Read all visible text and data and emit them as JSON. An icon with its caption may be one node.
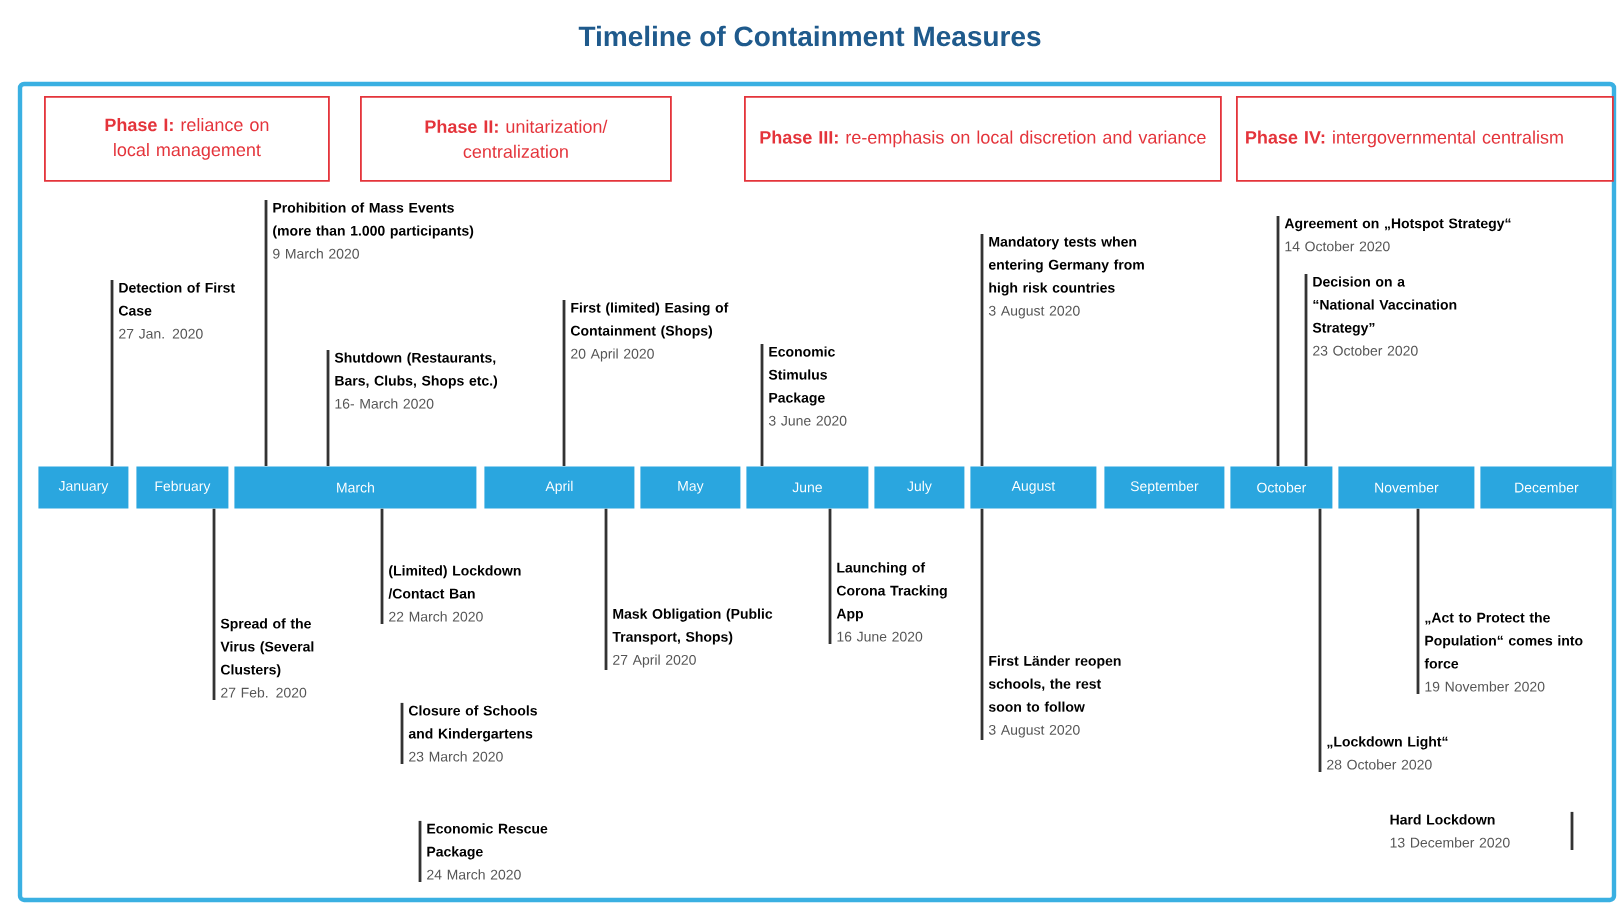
{
  "diagram": {
    "title": "Timeline of Containment Measures",
    "nodes": [
      {
        "text": [
          "**Phase I:** reliance on local management"
        ]
      },
      {
        "text": [
          "**Phase II:** unitarization/ centralization"
        ]
      },
      {
        "text": [
          "**Phase III:** re-emphasis on local discretion and variance"
        ]
      },
      {
        "text": [
          "**Phase IV:** intergovernmental centralism"
        ]
      },
      {
        "text": [
          "January"
        ]
      },
      {
        "text": [
          "February"
        ]
      },
      {
        "text": [
          "March"
        ]
      },
      {
        "text": [
          "April"
        ]
      },
      {
        "text": [
          "May"
        ]
      },
      {
        "text": [
          "June"
        ]
      },
      {
        "text": [
          "July"
        ]
      },
      {
        "text": [
          "August"
        ]
      },
      {
        "text": [
          "September"
        ]
      },
      {
        "text": [
          "October"
        ]
      },
      {
        "text": [
          "November"
        ]
      },
      {
        "text": [
          "December"
        ]
      },
      {
        "text": [
          "Detection of First Case",
          "27 Jan. 2020"
        ]
      },
      {
        "text": [
          "Prohibition of Mass Events (more than 1.000 participants)",
          "9 March 2020"
        ]
      },
      {
        "text": [
          "Shutdown (Restaurants, Bars, Clubs, Shops etc.)",
          "16- March 2020"
        ]
      },
      {
        "text": [
          "First (limited) Easing of Containment (Shops)",
          "20 April 2020"
        ]
      },
      {
        "text": [
          "Economic Stimulus Package",
          "3 June 2020"
        ]
      },
      {
        "text": [
          "Mandatory tests when entering Germany from high risk countries",
          "3 August 2020"
        ]
      },
      {
        "text": [
          "Agreement on „Hotspot Strategy“",
          "14 October 2020"
        ]
      },
      {
        "text": [
          "Decision on a “National Vaccination Strategy”",
          "23 October 2020"
        ]
      },
      {
        "text": [
          "Spread of the Virus (Several Clusters)",
          "27 Feb. 2020"
        ]
      },
      {
        "text": [
          "(Limited) Lockdown /Contact Ban",
          "22 March 2020"
        ]
      },
      {
        "text": [
          "Closure of Schools and Kindergartens",
          "23 March 2020"
        ]
      },
      {
        "text": [
          "Economic Rescue Package",
          "24 March 2020"
        ]
      },
      {
        "text": [
          "Mask Obligation (Public Transport, Shops)",
          "27 April 2020"
        ]
      },
      {
        "text": [
          "Launching of Corona Tracking App",
          "16 June 2020"
        ]
      },
      {
        "text": [
          "First Länder reopen schools, the rest soon to follow",
          "3 August 2020"
        ]
      },
      {
        "text": [
          "„Lockdown Light“",
          "28 October 2020"
        ]
      },
      {
        "text": [
          "„Act to Protect the Population“ comes into force",
          "19 November 2020"
        ]
      },
      {
        "text": [
          "Hard Lockdown",
          "13 December 2020"
        ]
      }
    ],
    "edges": [
      {
        "from": 16,
        "to": 4,
        "arrow": "none"
      },
      {
        "from": 17,
        "to": 6,
        "arrow": "none"
      },
      {
        "from": 18,
        "to": 6,
        "arrow": "none"
      },
      {
        "from": 19,
        "to": 7,
        "arrow": "none"
      },
      {
        "from": 20,
        "to": 9,
        "arrow": "none"
      },
      {
        "from": 21,
        "to": 11,
        "arrow": "none"
      },
      {
        "from": 22,
        "to": 13,
        "arrow": "none"
      },
      {
        "from": 23,
        "to": 13,
        "arrow": "none"
      },
      {
        "from": 24,
        "to": 5,
        "arrow": "none"
      },
      {
        "from": 25,
        "to": 6,
        "arrow": "none"
      },
      {
        "from": 28,
        "to": 7,
        "arrow": "none"
      },
      {
        "from": 29,
        "to": 9,
        "arrow": "none"
      },
      {
        "from": 30,
        "to": 11,
        "arrow": "none"
      },
      {
        "from": 31,
        "to": 13,
        "arrow": "none"
      },
      {
        "from": 32,
        "to": 14,
        "arrow": "none"
      }
    ]
  }
}
